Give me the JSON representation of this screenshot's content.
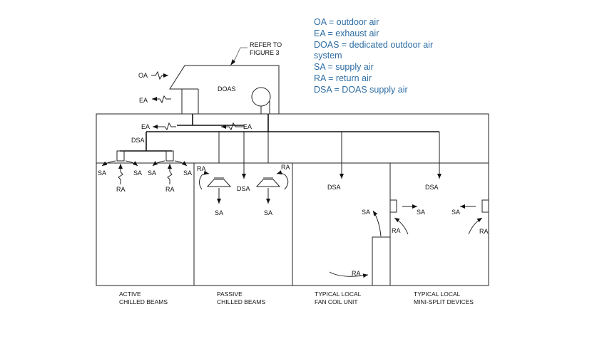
{
  "legend": {
    "lines": [
      "OA = outdoor air",
      "EA = exhaust air",
      "DOAS = dedicated outdoor air",
      "system",
      "SA = supply air",
      "RA = return air",
      "DSA = DOAS supply air"
    ],
    "color": "#2e6da4"
  },
  "diagram": {
    "refer_line1": "REFER TO",
    "refer_line2": "FIGURE 3",
    "doas_label": "DOAS",
    "oa": "OA",
    "ea": "EA",
    "dsa": "DSA",
    "sa": "SA",
    "ra": "RA"
  },
  "captions": {
    "active_1": "ACTIVE",
    "active_2": "CHILLED BEAMS",
    "passive_1": "PASSIVE",
    "passive_2": "CHILLED BEAMS",
    "fancoil_1": "TYPICAL LOCAL",
    "fancoil_2": "FAN COIL UNIT",
    "minisplit_1": "TYPICAL LOCAL",
    "minisplit_2": "MINI-SPLIT DEVICES"
  }
}
